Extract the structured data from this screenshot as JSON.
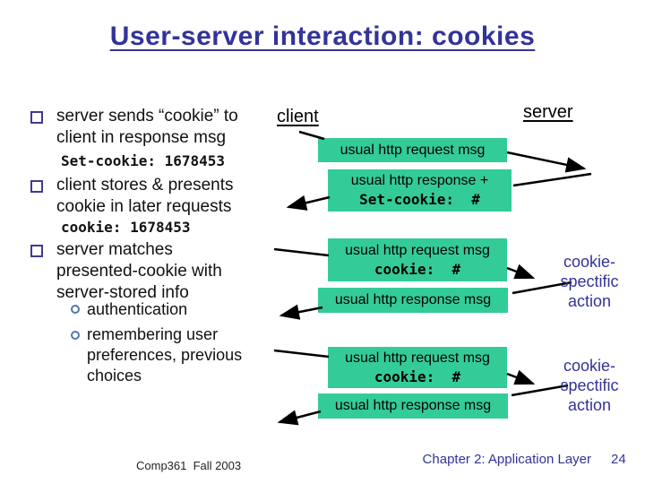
{
  "slide_title": "User-server interaction: cookies",
  "colors": {
    "navy": "#333399",
    "teal": "#33cc99",
    "ink": "#111111",
    "bullet_square": "#3d3d8f",
    "bullet_circle": "#5577aa"
  },
  "icons": {
    "bullet": "square-outline",
    "sub_bullet": "circle-outline",
    "arrow": "black-hand-drawn-arrow"
  },
  "bullets": [
    {
      "lines": [
        "server sends “cookie” to",
        "client in response msg"
      ],
      "code": "Set-cookie: 1678453"
    },
    {
      "lines": [
        "client stores & presents",
        "cookie in later requests"
      ],
      "code": "cookie: 1678453"
    },
    {
      "lines": [
        "server matches",
        "presented-cookie with",
        "server-stored info"
      ],
      "sub_items": [
        {
          "lines": [
            "authentication"
          ]
        },
        {
          "lines": [
            "remembering user",
            "preferences, previous",
            "choices"
          ]
        }
      ]
    }
  ],
  "diagram": {
    "client_label": "client",
    "server_label": "server",
    "boxes": [
      {
        "text": "usual http request msg",
        "code": ""
      },
      {
        "text": "usual http response +",
        "code": "Set-cookie:  #"
      },
      {
        "text": "usual http request msg",
        "code": "cookie:  #"
      },
      {
        "text": "usual http response msg",
        "code": ""
      },
      {
        "text": "usual http request msg",
        "code": "cookie:  #"
      },
      {
        "text": "usual http response msg",
        "code": ""
      }
    ],
    "side_notes": [
      {
        "lines": [
          "cookie-",
          "spectific",
          "action"
        ]
      },
      {
        "lines": [
          "cookie-",
          "spectific",
          "action"
        ]
      }
    ]
  },
  "footer": {
    "course": "Comp361  Fall 2003",
    "chapter": "Chapter 2: Application Layer",
    "page": "24"
  }
}
